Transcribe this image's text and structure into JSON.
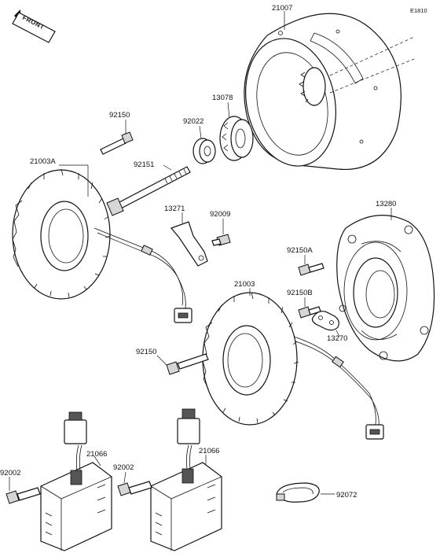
{
  "diagram_code": "E1810",
  "front_label": "FRONT",
  "parts": {
    "p21007": "21007",
    "p13078": "13078",
    "p92022": "92022",
    "p92150_top": "92150",
    "p21003A": "21003A",
    "p92151": "92151",
    "p13271": "13271",
    "p92009": "92009",
    "p13280": "13280",
    "p92150A": "92150A",
    "p21003": "21003",
    "p92150B": "92150B",
    "p13270": "13270",
    "p92150_mid": "92150",
    "p21066_left": "21066",
    "p92002_left": "92002",
    "p21066_right": "21066",
    "p92002_right": "92002",
    "p92072": "92072"
  }
}
